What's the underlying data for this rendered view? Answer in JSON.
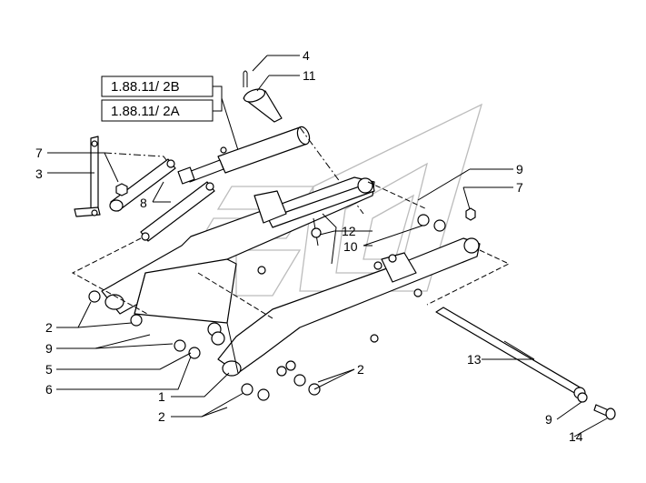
{
  "references": [
    {
      "id": "ref-2b",
      "text": "1.88.11/  2B"
    },
    {
      "id": "ref-2a",
      "text": "1.88.11/  2A"
    }
  ],
  "callouts": {
    "c4": "4",
    "c11": "11",
    "c7a": "7",
    "c3": "3",
    "c8": "8",
    "c9a": "9",
    "c7b": "7",
    "c12": "12",
    "c10": "10",
    "c2a": "2",
    "c9b": "9",
    "c5": "5",
    "c6": "6",
    "c1": "1",
    "c2b": "2",
    "c2c": "2",
    "c13": "13",
    "c9c": "9",
    "c14": "14"
  },
  "colors": {
    "line": "#000000",
    "watermark": "#bcbcbc",
    "background": "#ffffff"
  }
}
